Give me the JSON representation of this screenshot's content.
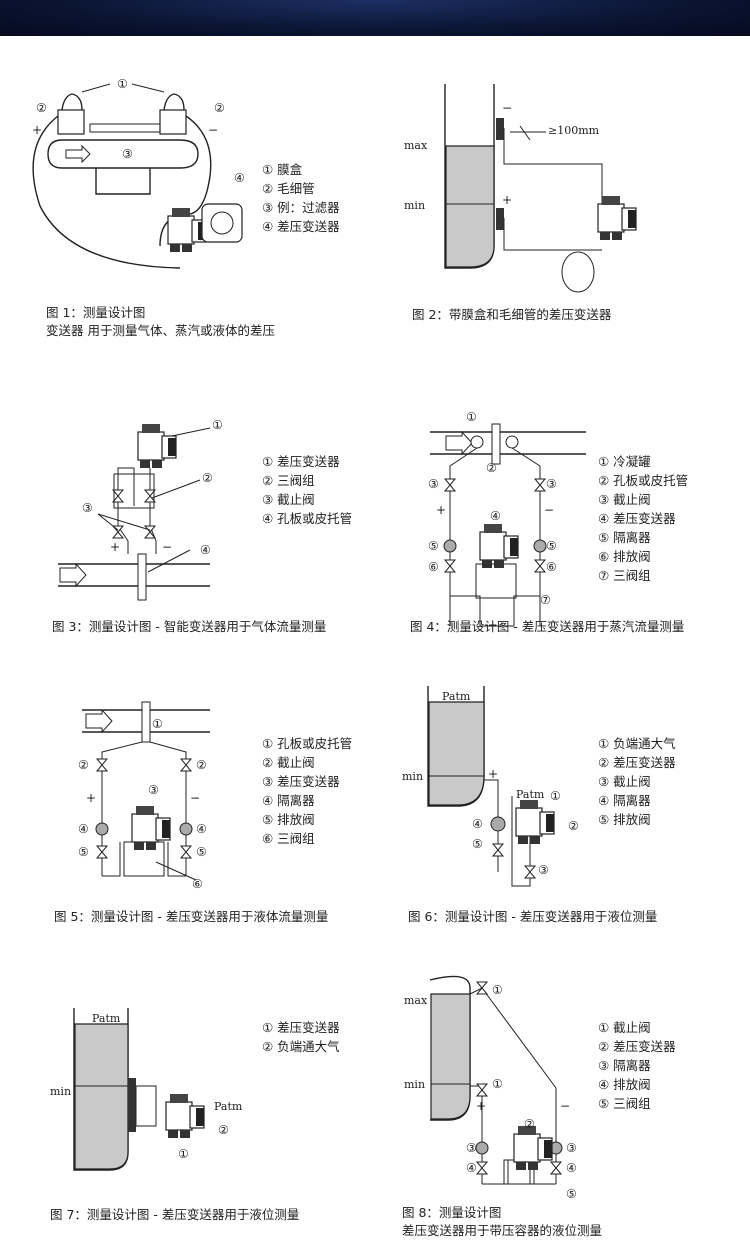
{
  "figures": [
    {
      "caption_lines": [
        "图 1：测量设计图",
        "变送器 用于测量气体、蒸汽或液体的差压"
      ],
      "legend": [
        "① 膜盒",
        "② 毛细管",
        "③ 例：过滤器",
        "④ 差压变送器"
      ],
      "labels": {
        "n1": "①",
        "n2a": "②",
        "n2b": "②",
        "n3": "③",
        "n4": "④",
        "plus": "+",
        "minus": "−"
      }
    },
    {
      "caption_lines": [
        "图 2：带膜盒和毛细管的差压变送器"
      ],
      "legend": [],
      "labels": {
        "max": "max",
        "min": "min",
        "dist": "≥100mm",
        "minus": "−",
        "plus": "+"
      }
    },
    {
      "caption_lines": [
        "图 3：测量设计图 - 智能变送器用于气体流量测量"
      ],
      "legend": [
        "① 差压变送器",
        "② 三阀组",
        "③ 截止阀",
        "④ 孔板或皮托管"
      ],
      "labels": {
        "n1": "①",
        "n2": "②",
        "n3": "③",
        "n4": "④",
        "plus": "+",
        "minus": "−"
      }
    },
    {
      "caption_lines": [
        "图 4：测量设计图 - 差压变送器用于蒸汽流量测量"
      ],
      "legend": [
        "① 冷凝罐",
        "② 孔板或皮托管",
        "③ 截止阀",
        "④ 差压变送器",
        "⑤ 隔离器",
        "⑥ 排放阀",
        "⑦ 三阀组"
      ],
      "labels": {
        "n1": "①",
        "n2": "②",
        "n3": "③",
        "n4": "④",
        "n5": "⑤",
        "n6": "⑥",
        "n7": "⑦",
        "plus": "+",
        "minus": "−"
      }
    },
    {
      "caption_lines": [
        "图 5：测量设计图 - 差压变送器用于液体流量测量"
      ],
      "legend": [
        "① 孔板或皮托管",
        "② 截止阀",
        "③ 差压变送器",
        "④ 隔离器",
        "⑤ 排放阀",
        "⑥ 三阀组"
      ],
      "labels": {
        "n1": "①",
        "n2": "②",
        "n3": "③",
        "n4": "④",
        "n5": "⑤",
        "n6": "⑥",
        "plus": "+",
        "minus": "−"
      }
    },
    {
      "caption_lines": [
        "图 6：测量设计图 - 差压变送器用于液位测量"
      ],
      "legend": [
        "① 负端通大气",
        "② 差压变送器",
        "③ 截止阀",
        "④ 隔离器",
        "⑤ 排放阀"
      ],
      "labels": {
        "patm1": "Patm",
        "patm2": "Patm",
        "min": "min",
        "n1": "①",
        "n2": "②",
        "n3": "③",
        "n4": "④",
        "n5": "⑤",
        "plus": "+"
      }
    },
    {
      "caption_lines": [
        "图 7：测量设计图 - 差压变送器用于液位测量"
      ],
      "legend": [
        "① 差压变送器",
        "② 负端通大气"
      ],
      "labels": {
        "patm1": "Patm",
        "patm2": "Patm",
        "min": "min",
        "n1": "①",
        "n2": "②"
      }
    },
    {
      "caption_lines": [
        "图 8：测量设计图",
        "差压变送器用于带压容器的液位测量"
      ],
      "legend": [
        "① 截止阀",
        "② 差压变送器",
        "③ 隔离器",
        "④ 排放阀",
        "⑤ 三阀组"
      ],
      "labels": {
        "max": "max",
        "min": "min",
        "n1a": "①",
        "n1b": "①",
        "n2": "②",
        "n3": "③",
        "n4": "④",
        "n5": "⑤",
        "plus": "+",
        "minus": "−"
      }
    }
  ]
}
